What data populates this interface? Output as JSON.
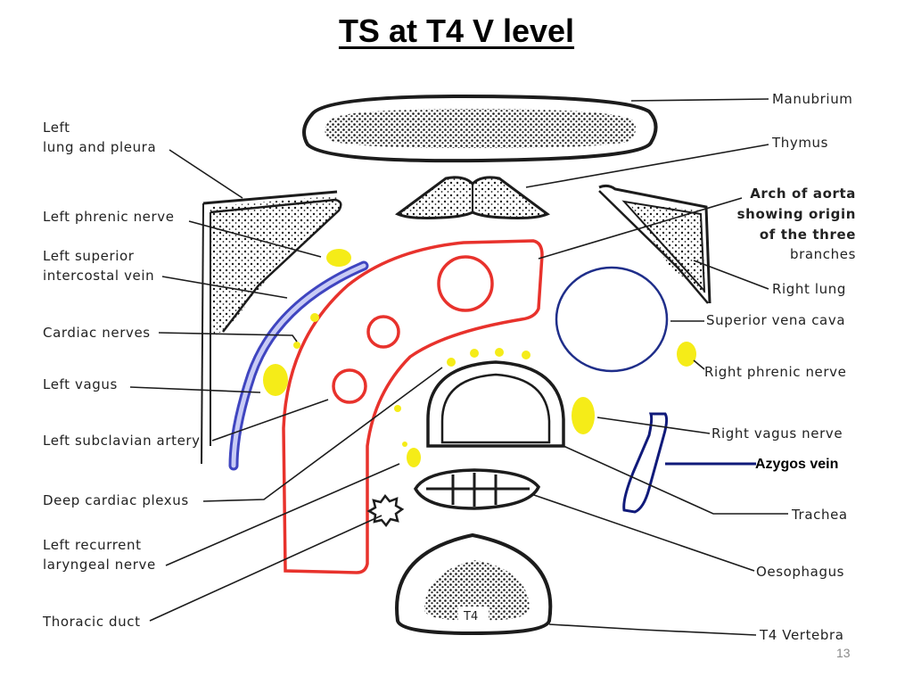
{
  "title": "TS at T4 V level",
  "slide_number": "13",
  "labels_left": {
    "left_lung_line1": "Left",
    "left_lung_line2": "lung and pleura",
    "left_phrenic": "Left phrenic nerve",
    "left_sup_ic_line1": "Left superior",
    "left_sup_ic_line2": "intercostal vein",
    "cardiac_nerves": "Cardiac nerves",
    "left_vagus": "Left vagus",
    "left_subclavian": "Left subclavian artery",
    "deep_cardiac": "Deep cardiac plexus",
    "left_recurrent_line1": "Left recurrent",
    "left_recurrent_line2": "laryngeal nerve",
    "thoracic_duct": "Thoracic duct"
  },
  "labels_right": {
    "manubrium": "Manubrium",
    "thymus": "Thymus",
    "arch_line1": "Arch of aorta",
    "arch_line2": "showing origin",
    "arch_line3": "of the three",
    "arch_line4": "branches",
    "right_lung": "Right lung",
    "svc": "Superior vena cava",
    "right_phrenic": "Right phrenic nerve",
    "right_vagus": "Right vagus nerve",
    "trachea": "Trachea",
    "oesophagus": "Oesophagus",
    "t4_vertebra": "T4 Vertebra"
  },
  "annotations": {
    "azygos": "Azygos vein",
    "vertebra_body": "T4"
  },
  "colors": {
    "arch_outline": "#e8322c",
    "nerve_fill": "#f5ec18",
    "svc_outline": "#1f2e8a",
    "azygos_outline": "#101a7a",
    "intercostal_vein": "#3f45c0",
    "line_ink": "#1c1c1c"
  }
}
